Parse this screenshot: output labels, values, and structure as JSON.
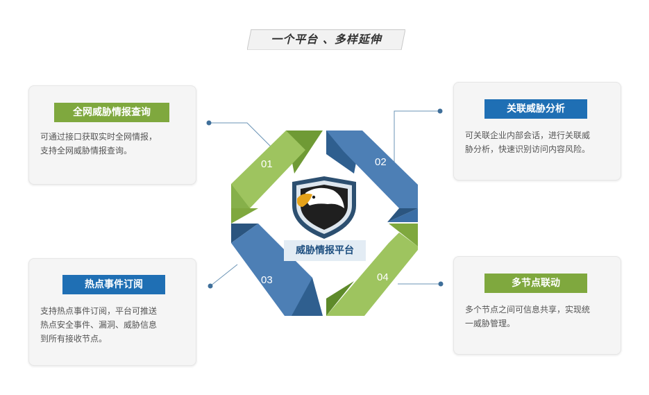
{
  "banner": {
    "title": "一个平台 、多样延伸"
  },
  "center": {
    "label": "威胁情报平台"
  },
  "segments": [
    "01",
    "02",
    "03",
    "04"
  ],
  "cards": [
    {
      "title": "全网威胁情报查询",
      "desc_lines": [
        "可通过接口获取实时全网情报，",
        "支持全网威胁情报查询。"
      ]
    },
    {
      "title": "关联威胁分析",
      "desc_lines": [
        "可关联企业内部会话，进行关联威",
        "胁分析，快速识别访问内容风险。"
      ]
    },
    {
      "title": "热点事件订阅",
      "desc_lines": [
        "支持热点事件订阅，平台可推送",
        "热点安全事件、漏洞、威胁信息",
        "到所有接收节点。"
      ]
    },
    {
      "title": "多节点联动",
      "desc_lines": [
        "多个节点之间可信息共享，实现统",
        "一威胁管理。"
      ]
    }
  ],
  "colors": {
    "green": "#7fa83e",
    "green_light": "#9ec45f",
    "green_dark": "#5e8a2a",
    "blue": "#3b6ea5",
    "blue_light": "#5a8cc2",
    "blue_dark": "#2b557f",
    "connector": "#6a93b5"
  }
}
